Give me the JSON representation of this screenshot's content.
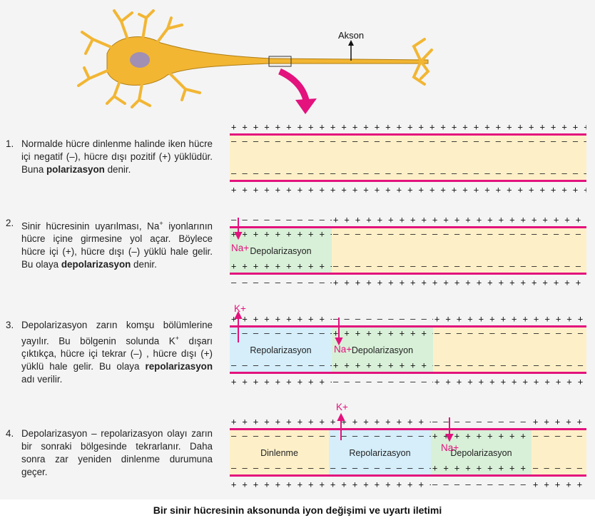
{
  "colors": {
    "membrane": "#e3127d",
    "resting": "#fdf0c8",
    "depolarization": "#d8f0d8",
    "repolarization": "#d5eefa",
    "neuron": "#f2b633",
    "nucleus": "#a28fb4"
  },
  "symbols": {
    "plus": "+",
    "minus": "–"
  },
  "neuron": {
    "axon_label": "Akson"
  },
  "steps": [
    {
      "number": "1.",
      "text_parts": [
        "Normalde hücre dinlenme halinde iken hücre içi negatif (–), hücre dışı pozitif (+) yüklüdür. Buna ",
        "polarizasyon",
        " denir."
      ]
    },
    {
      "number": "2.",
      "text_parts": [
        "Sinir hücresinin uyarılması, Na",
        "+",
        " iyonlarının hücre içine girmesine yol açar. Böylece hücre içi (+), hücre dışı (–) yüklü hale gelir. Bu olaya ",
        "depolarizasyon",
        " denir."
      ]
    },
    {
      "number": "3.",
      "text_parts": [
        "Depolarizasyon zarın komşu bölümlerine yayılır. Bu bölgenin solunda K",
        "+",
        " dışarı çıktıkça, hücre içi tekrar (–) , hücre dışı (+) yüklü hale gelir. Bu olaya ",
        "repolarizasyon",
        " adı verilir."
      ]
    },
    {
      "number": "4.",
      "text_parts": [
        "Depolarizasyon – repolarizasyon olayı zarın bir sonraki bölgesinde tekrarlanır. Daha sonra zar yeniden dinlenme durumuna geçer."
      ]
    }
  ],
  "panels": [
    {
      "segments": [
        {
          "label": ""
        }
      ]
    },
    {
      "segments": [
        {
          "label": "Depolarizasyon"
        },
        {
          "label": ""
        }
      ],
      "ions": [
        {
          "label": "Na+"
        }
      ]
    },
    {
      "segments": [
        {
          "label": "Repolarizasyon"
        },
        {
          "label": "Depolarizasyon"
        },
        {
          "label": ""
        }
      ],
      "ions": [
        {
          "label": "K+"
        },
        {
          "label": "Na+"
        }
      ]
    },
    {
      "segments": [
        {
          "label": "Dinlenme"
        },
        {
          "label": "Repolarizasyon"
        },
        {
          "label": "Depolarizasyon"
        },
        {
          "label": ""
        }
      ],
      "ions": [
        {
          "label": "K+"
        },
        {
          "label": "Na+"
        }
      ]
    }
  ],
  "caption": "Bir sinir hücresinin aksonunda iyon değişimi ve uyartı iletimi"
}
